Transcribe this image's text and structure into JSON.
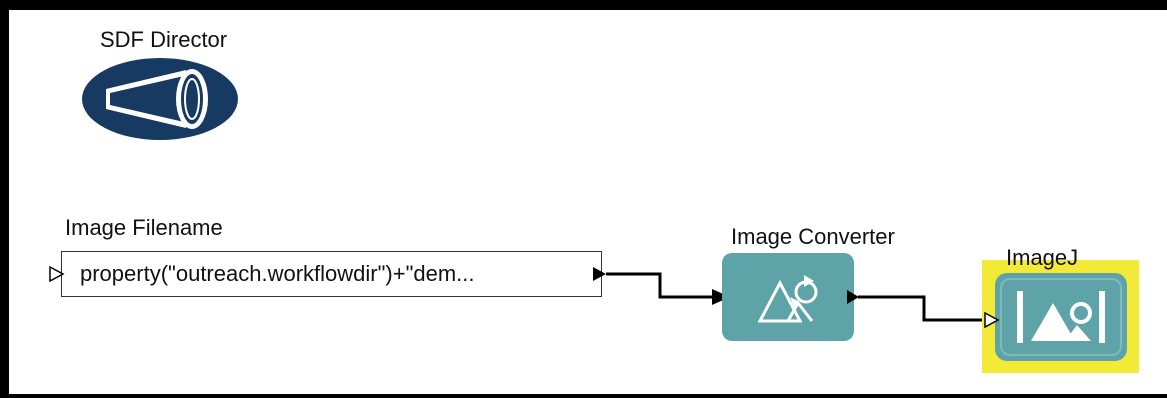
{
  "director": {
    "label": "SDF Director",
    "icon": "megaphone-icon",
    "colors": {
      "fill": "#173a63",
      "stroke": "#ffffff"
    }
  },
  "actors": {
    "image_filename": {
      "label": "Image Filename",
      "value": "property(\"outreach.workflowdir\")+\"dem..."
    },
    "image_converter": {
      "label": "Image Converter",
      "icon": "image-convert-icon",
      "color": "#5ea3a8"
    },
    "imagej": {
      "label": "ImageJ",
      "icon": "image-viewer-icon",
      "color": "#5ea3a8",
      "highlight_color": "#f2ea37"
    }
  }
}
